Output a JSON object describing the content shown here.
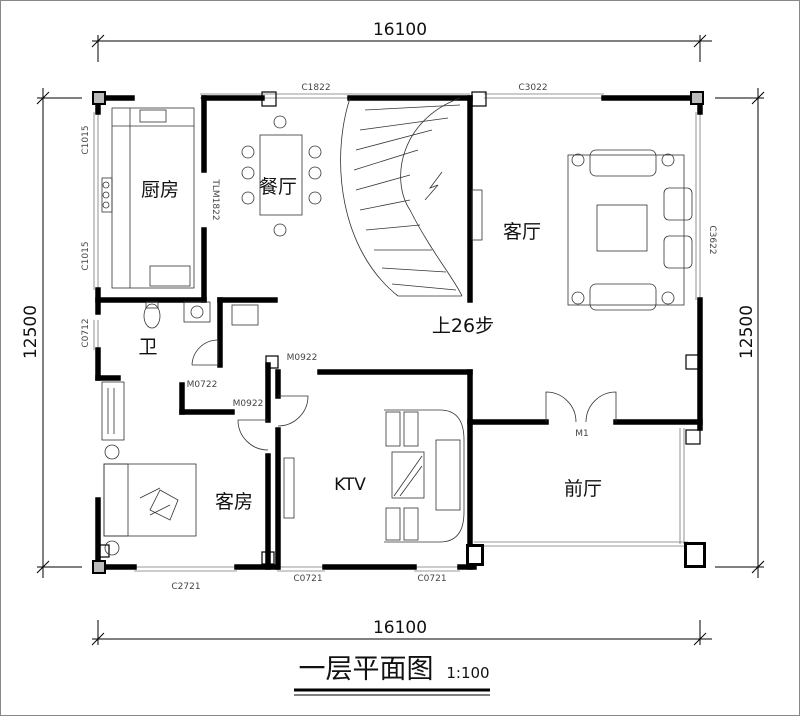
{
  "dimensions": {
    "top_width": "16100",
    "bottom_width": "16100",
    "left_height": "12500",
    "right_height": "12500"
  },
  "rooms": {
    "kitchen": "厨房",
    "dining": "餐厅",
    "living": "客厅",
    "stairs": "上26步",
    "bathroom": "卫",
    "guest_room": "客房",
    "ktv": "KTV",
    "foyer": "前厅"
  },
  "openings": {
    "c1822": "C1822",
    "c3022": "C3022",
    "c1015_a": "C1015",
    "c1015_b": "C1015",
    "c0712": "C0712",
    "tlm1822": "TLM1822",
    "c3622": "C3622",
    "m0922_a": "M0922",
    "m0922_b": "M0922",
    "m0722": "M0722",
    "m1": "M1",
    "c2721": "C2721",
    "c0721_a": "C0721",
    "c0721_b": "C0721"
  },
  "title": {
    "text": "一层平面图",
    "scale": "1:100"
  }
}
